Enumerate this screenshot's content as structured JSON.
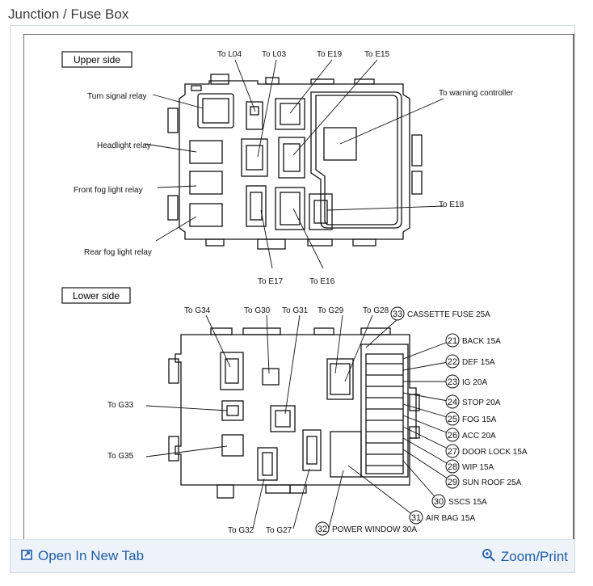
{
  "page": {
    "title": "Junction / Fuse Box"
  },
  "footer": {
    "open_label": "Open In New Tab",
    "zoom_label": "Zoom/Print"
  },
  "diagram": {
    "upper": {
      "section_label": "Upper side",
      "labels": {
        "turn_signal": "Turn signal relay",
        "headlight": "Headlight relay",
        "front_fog": "Front fog light relay",
        "rear_fog": "Rear fog light relay",
        "to_l04": "To L04",
        "to_l03": "To L03",
        "to_e19": "To E19",
        "to_e15": "To E15",
        "to_warning": "To warning controller",
        "to_e18": "To E18",
        "to_e17": "To E17",
        "to_e16": "To E16"
      }
    },
    "lower": {
      "section_label": "Lower side",
      "labels": {
        "to_g34": "To G34",
        "to_g30": "To G30",
        "to_g31": "To G31",
        "to_g29": "To G29",
        "to_g28": "To G28",
        "to_g33": "To G33",
        "to_g35": "To G35",
        "to_g32": "To G32",
        "to_g27": "To G27"
      },
      "fuses": [
        {
          "num": "33",
          "label": "CASSETTE FUSE 25A"
        },
        {
          "num": "21",
          "label": "BACK 15A"
        },
        {
          "num": "22",
          "label": "DEF 15A"
        },
        {
          "num": "23",
          "label": "IG 20A"
        },
        {
          "num": "24",
          "label": "STOP 20A"
        },
        {
          "num": "25",
          "label": "FOG 15A"
        },
        {
          "num": "26",
          "label": "ACC 20A"
        },
        {
          "num": "27",
          "label": "DOOR LOCK 15A"
        },
        {
          "num": "28",
          "label": "WIP 15A"
        },
        {
          "num": "29",
          "label": "SUN ROOF 25A"
        },
        {
          "num": "30",
          "label": "SSCS 15A"
        },
        {
          "num": "31",
          "label": "AIR BAG 15A"
        },
        {
          "num": "32",
          "label": "POWER WINDOW 30A"
        }
      ]
    }
  }
}
